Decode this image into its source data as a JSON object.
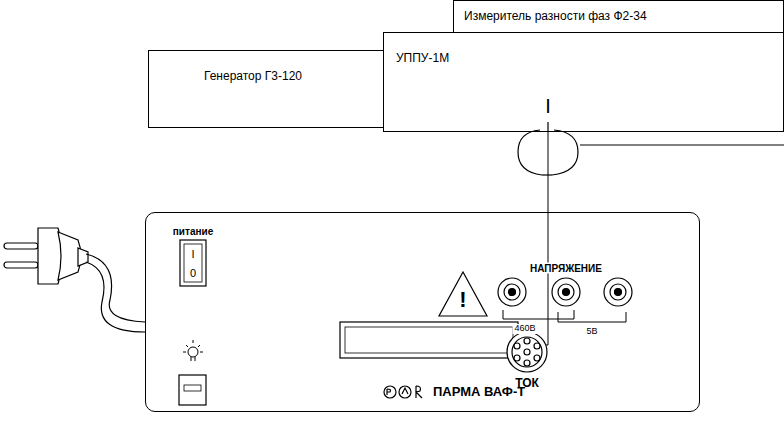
{
  "diagram": {
    "nodes": [
      {
        "text": [
          "Генератор Г3-120"
        ]
      },
      {
        "text": [
          "Измеритель разности фаз Ф2-34"
        ]
      },
      {
        "text": [
          "УППУ-1М"
        ]
      },
      {
        "text": [
          "ПАРМА ВАФ-Т"
        ]
      }
    ],
    "edges": [
      {
        "from": 2,
        "to": 3,
        "arrow": "none"
      }
    ],
    "labels": [
      "I",
      "питание",
      "I",
      "0",
      "!",
      "НАПРЯЖЕНИЕ",
      "460В",
      "5В",
      "ТОК"
    ]
  }
}
